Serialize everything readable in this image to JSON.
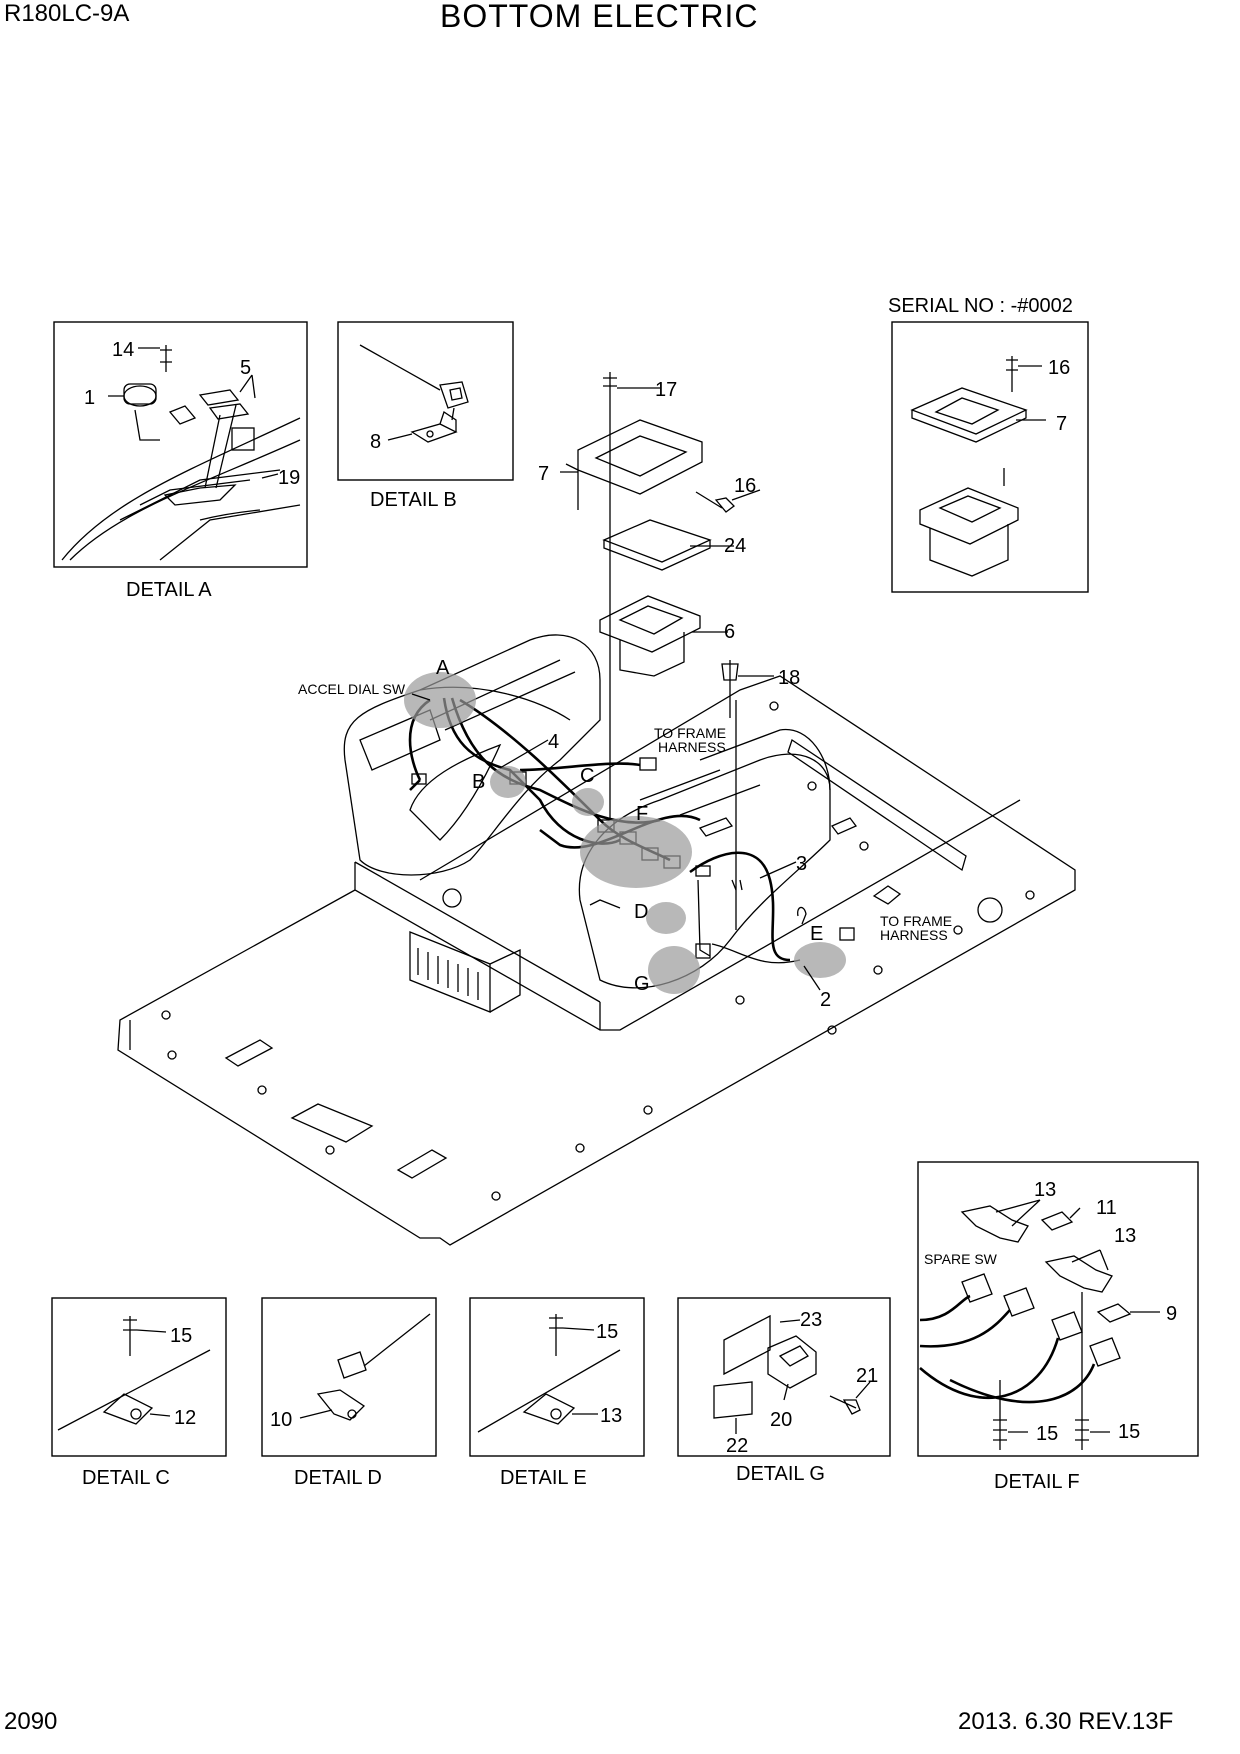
{
  "header": {
    "model": "R180LC-9A",
    "title": "BOTTOM ELECTRIC"
  },
  "footer": {
    "page_number": "2090",
    "revision": "2013. 6.30  REV.13F"
  },
  "serial_note": "SERIAL NO : -#0002",
  "details": {
    "a": "DETAIL A",
    "b": "DETAIL B",
    "c": "DETAIL C",
    "d": "DETAIL D",
    "e": "DETAIL E",
    "f": "DETAIL F",
    "g": "DETAIL G"
  },
  "annotations": {
    "accel_dial_sw": "ACCEL DIAL SW",
    "to_frame_harness_1": [
      "TO FRAME",
      "HARNESS"
    ],
    "to_frame_harness_2": [
      "TO FRAME",
      "HARNESS"
    ],
    "spare_sw": "SPARE SW"
  },
  "detail_markers": [
    "A",
    "B",
    "C",
    "D",
    "E",
    "F",
    "G"
  ],
  "part_labels": {
    "detail_a": [
      "14",
      "5",
      "1",
      "19"
    ],
    "detail_b": [
      "8"
    ],
    "main": [
      "17",
      "7",
      "16",
      "24",
      "6",
      "18",
      "4",
      "3",
      "2"
    ],
    "serial_box": [
      "16",
      "7"
    ],
    "detail_c": [
      "15",
      "12"
    ],
    "detail_d": [
      "10"
    ],
    "detail_e": [
      "15",
      "13"
    ],
    "detail_g": [
      "23",
      "21",
      "20",
      "22"
    ],
    "detail_f": [
      "13",
      "11",
      "13",
      "9",
      "15",
      "15"
    ]
  }
}
